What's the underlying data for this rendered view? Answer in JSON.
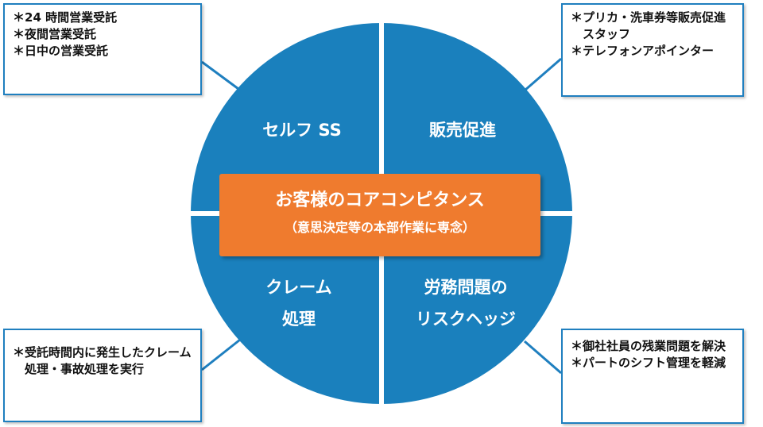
{
  "colors": {
    "circle": "#1a80bd",
    "divider": "#ffffff",
    "core_box": "#ef7b2e",
    "box_border": "#1f7fbf",
    "connector": "#1f7fbf"
  },
  "quadrants": {
    "top_left": {
      "label": "セルフ SS"
    },
    "top_right": {
      "label": "販売促進"
    },
    "bottom_left": {
      "lines": [
        "クレーム",
        "処理"
      ]
    },
    "bottom_right": {
      "lines": [
        "労務問題の",
        "リスクヘッジ"
      ]
    }
  },
  "core": {
    "title": "お客様のコアコンピタンス",
    "subtitle": "（意思決定等の本部作業に専念）"
  },
  "notes": {
    "top_left": {
      "star": "＊",
      "items": [
        "24 時間営業受託",
        "夜間営業受託",
        "日中の営業受託"
      ]
    },
    "top_right": {
      "star": "＊",
      "items": [
        "プリカ・洗車券等販売促進スタッフ",
        "テレフォンアポインター"
      ]
    },
    "bottom_left": {
      "star": "＊",
      "items": [
        "受託時間内に発生したクレーム処理・事故処理を実行"
      ]
    },
    "bottom_right": {
      "star": "＊",
      "items": [
        "御社社員の残業問題を解決",
        "パートのシフト管理を軽減"
      ]
    }
  }
}
